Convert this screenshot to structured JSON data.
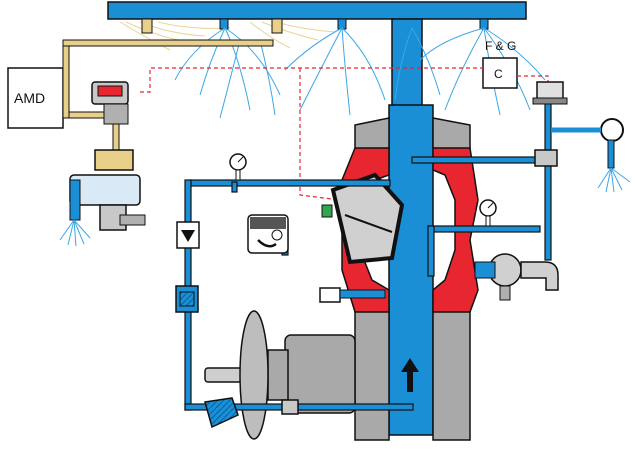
{
  "labels": {
    "amd": "AMD",
    "fg": "F & G",
    "control": "C"
  },
  "colors": {
    "water": "#1a8fd6",
    "valve_body_red": "#e8262f",
    "casing_gray": "#a9a9a9",
    "air_line": "#e8d08a",
    "signal_line": "#e8262f",
    "outline": "#111111"
  },
  "icons": [
    "pressure-gauge-icon",
    "solenoid-valve-icon",
    "strainer-icon",
    "check-valve-icon",
    "manual-release-icon",
    "alarm-device-icon",
    "sprinkler-head-icon",
    "flow-arrow-icon"
  ]
}
